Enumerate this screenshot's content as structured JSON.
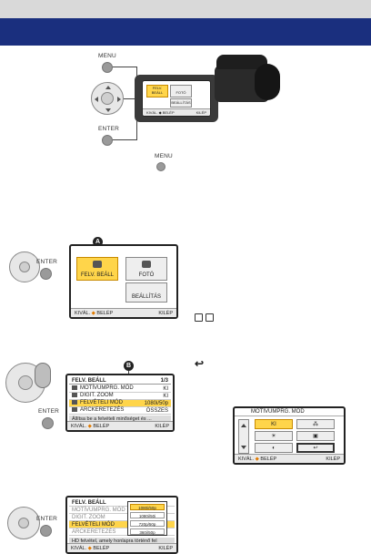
{
  "colors": {
    "header_bar": "#1a2f7e",
    "top_strip": "#d9d9d9",
    "selection": "#ffd54a",
    "accent_orange": "#e07a00"
  },
  "labels": {
    "menu": "MENU",
    "enter": "ENTER",
    "menu_mid": "MENU",
    "enter_s1": "ENTER",
    "enter_s2": "ENTER",
    "enter_s3": "ENTER",
    "tag_a": "A",
    "tag_b": "B",
    "return_symbol": "↩"
  },
  "camera_screen": {
    "tile1": "FELV. BEÁLL",
    "tile2": "FOTÓ",
    "tile3": "BEÁLLÍTÁS",
    "foot_left": "KIVÁL. ◆ BELÉP",
    "foot_right": "KILÉP"
  },
  "screen1": {
    "tile1": "FELV. BEÁLL",
    "tile2": "FOTÓ",
    "tile3": "BEÁLLÍTÁS",
    "foot_left": "KIVÁL.",
    "foot_mid": "BELÉP",
    "foot_right": "KILÉP"
  },
  "screen2": {
    "header_left": "FELV. BEÁLL",
    "header_right": "1/3",
    "rows": [
      {
        "label": "MOTÍVUMPRG. MÓD",
        "value": "KI"
      },
      {
        "label": "DIGIT. ZOOM",
        "value": "KI"
      },
      {
        "label": "FELVÉTELI MÓD",
        "value": "1080i/50p"
      },
      {
        "label": "ARCKERETEZÉS",
        "value": "ÖSSZES"
      }
    ],
    "info": "Állítsa be a felvételi minőséget és ...",
    "foot_left": "KIVÁL.",
    "foot_mid": "BELÉP",
    "foot_right": "KILÉP"
  },
  "screen3": {
    "rows": [
      "FELV. BEÁLL",
      "MOTÍVUMPRG. MÓD",
      "DIGIT. ZOOM",
      "FELVÉTELI MÓD",
      "ARCKERETEZÉS"
    ],
    "options": [
      "1080i/50p",
      "1080i/50i",
      "720p/50p",
      "360i/50p"
    ],
    "info": "HD felvétel, amely honlapra történő fel",
    "foot_left": "KIVÁL.",
    "foot_mid": "BELÉP",
    "foot_right": "KILÉP"
  },
  "screen4": {
    "header": "MOTÍVUMPRG. MÓD",
    "grid": [
      "KI",
      "⁂",
      "☀",
      "▣",
      "◐",
      "↩"
    ],
    "foot_left": "KIVÁL.",
    "foot_mid": "BELÉP",
    "foot_right": "KILÉP"
  }
}
